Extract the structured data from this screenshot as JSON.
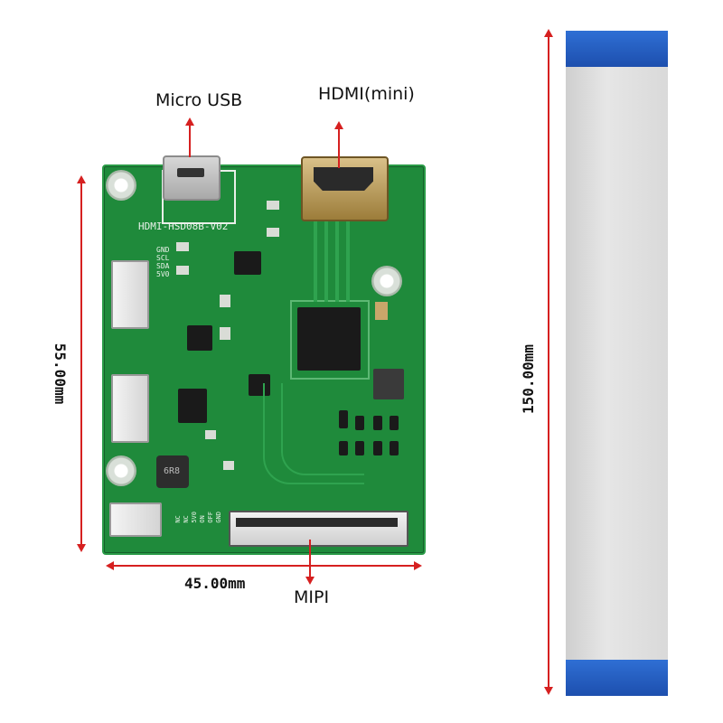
{
  "callouts": {
    "micro_usb": "Micro USB",
    "hdmi": "HDMI(mini)",
    "mipi": "MIPI"
  },
  "dimensions": {
    "board_height": "55.00mm",
    "board_width": "45.00mm",
    "cable_length": "150.00mm"
  },
  "board": {
    "silkscreen_model": "HDMI-HSD08B-V02",
    "side_pins": [
      "GND",
      "SCL",
      "SDA",
      "5V0"
    ],
    "bottom_pins": [
      "NC",
      "NC",
      "5V0",
      "ON",
      "OFF",
      "GND"
    ],
    "inductor_mark": "6R8"
  },
  "colors": {
    "pcb": "#1f8a3b",
    "dimension": "#d62020",
    "cable_tip": "#2f6fd4"
  }
}
